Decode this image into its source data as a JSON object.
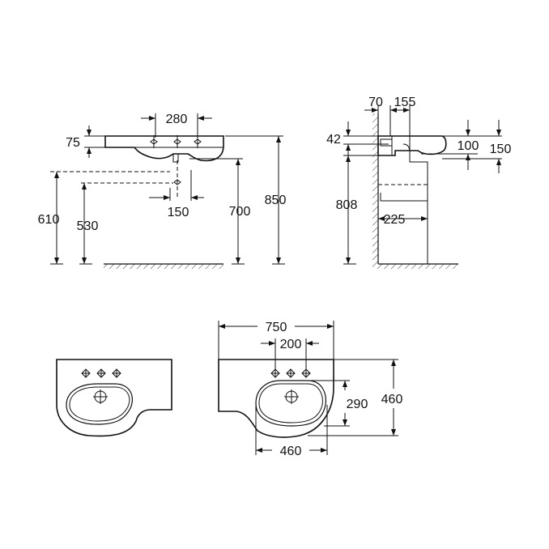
{
  "dimensions": {
    "front_width_holes": "280",
    "front_rim_height": "75",
    "front_bracket_610": "610",
    "front_bracket_530": "530",
    "front_drain_spacing": "150",
    "front_height_700": "700",
    "front_height_850": "850",
    "side_wall_70": "70",
    "side_depth_155": "155",
    "side_thickness_42": "42",
    "side_height_808": "808",
    "side_pedestal_225": "225",
    "side_bowl_100": "100",
    "side_total_150": "150",
    "top_overall_width": "750",
    "top_hole_spacing": "200",
    "top_bowl_depth": "290",
    "top_overall_depth": "460",
    "top_bowl_width": "460"
  }
}
